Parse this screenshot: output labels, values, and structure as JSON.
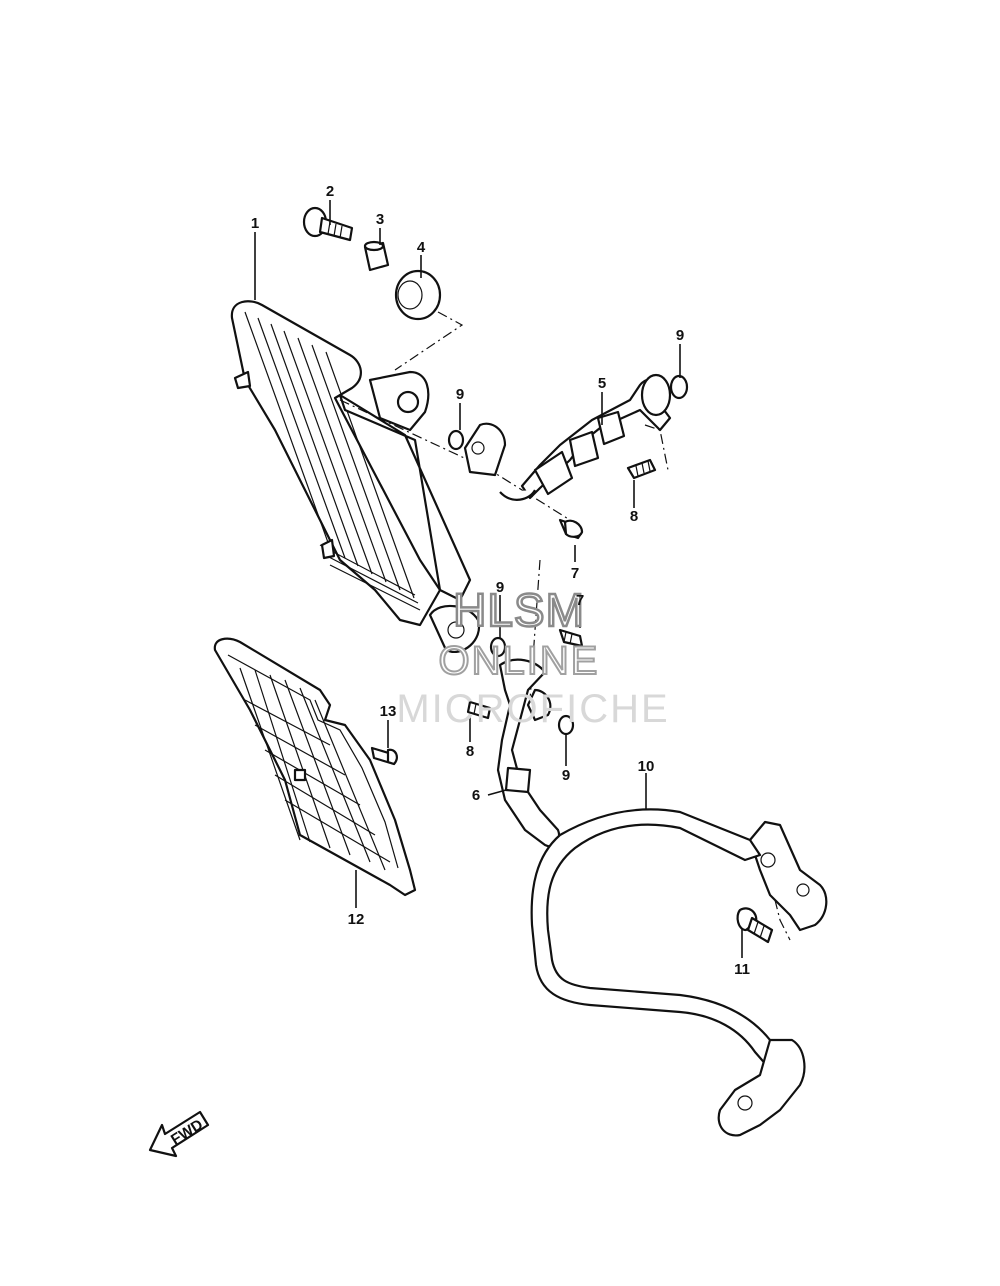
{
  "callouts": [
    {
      "id": "c1",
      "label": "1"
    },
    {
      "id": "c2",
      "label": "2"
    },
    {
      "id": "c3",
      "label": "3"
    },
    {
      "id": "c4",
      "label": "4"
    },
    {
      "id": "c5",
      "label": "5"
    },
    {
      "id": "c6",
      "label": "6"
    },
    {
      "id": "c7a",
      "label": "7"
    },
    {
      "id": "c7b",
      "label": "7"
    },
    {
      "id": "c8a",
      "label": "8"
    },
    {
      "id": "c8b",
      "label": "8"
    },
    {
      "id": "c9a",
      "label": "9"
    },
    {
      "id": "c9b",
      "label": "9"
    },
    {
      "id": "c9c",
      "label": "9"
    },
    {
      "id": "c9d",
      "label": "9"
    },
    {
      "id": "c10",
      "label": "10"
    },
    {
      "id": "c11",
      "label": "11"
    },
    {
      "id": "c12",
      "label": "12"
    },
    {
      "id": "c13",
      "label": "13"
    }
  ],
  "watermark": {
    "line1": "HLSM",
    "line2": "ONLINE",
    "line3": "MICROFICHE"
  },
  "fwd_label": "FWD"
}
